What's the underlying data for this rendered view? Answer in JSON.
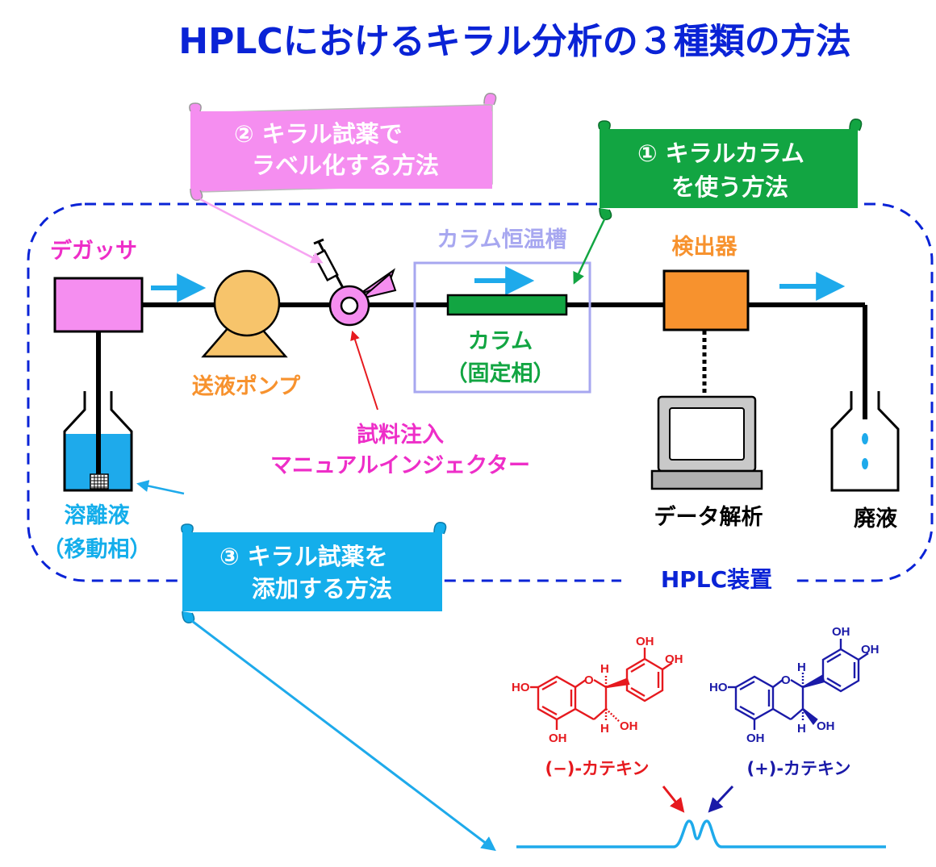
{
  "title": "HPLCにおけるキラル分析の３種類の方法",
  "banners": {
    "label_method": {
      "line1": "② キラル試薬で",
      "line2": "ラベル化する方法",
      "color": "#f58ef0"
    },
    "column_method": {
      "line1": "① キラルカラム",
      "line2": "を使う方法",
      "color": "#12a542"
    },
    "additive_method": {
      "line1": "③ キラル試薬を",
      "line2": "添加する方法",
      "color": "#14aeeb"
    }
  },
  "labels": {
    "degasser": "デガッサ",
    "pump": "送液ポンプ",
    "column_oven": "カラム恒温槽",
    "column": "カラム",
    "stationary_phase": "（固定相）",
    "detector": "検出器",
    "injector_line1": "試料注入",
    "injector_line2": "マニュアルインジェクター",
    "eluent": "溶離液",
    "mobile_phase": "（移動相）",
    "data_analysis": "データ解析",
    "waste": "廃液",
    "hplc_device": "HPLC装置"
  },
  "molecules": {
    "minus_catechin": {
      "name": "(−)-カテキン",
      "color": "#e6191e"
    },
    "plus_catechin": {
      "name": "(+)-カテキン",
      "color": "#1a1aa8"
    },
    "atoms": {
      "OH": "OH",
      "HO": "HO",
      "O": "O",
      "H": "H"
    }
  },
  "colors": {
    "title": "#0a23d6",
    "dashed_border": "#0a23d6",
    "flow_arrow": "#1eaaeb",
    "degasser": "#f58ef0",
    "pump": "#f7c46b",
    "column": "#12a542",
    "oven": "#a7a7f0",
    "detector": "#f7922e",
    "eluent": "#1eaaeb",
    "injector": "#f58ef0"
  }
}
